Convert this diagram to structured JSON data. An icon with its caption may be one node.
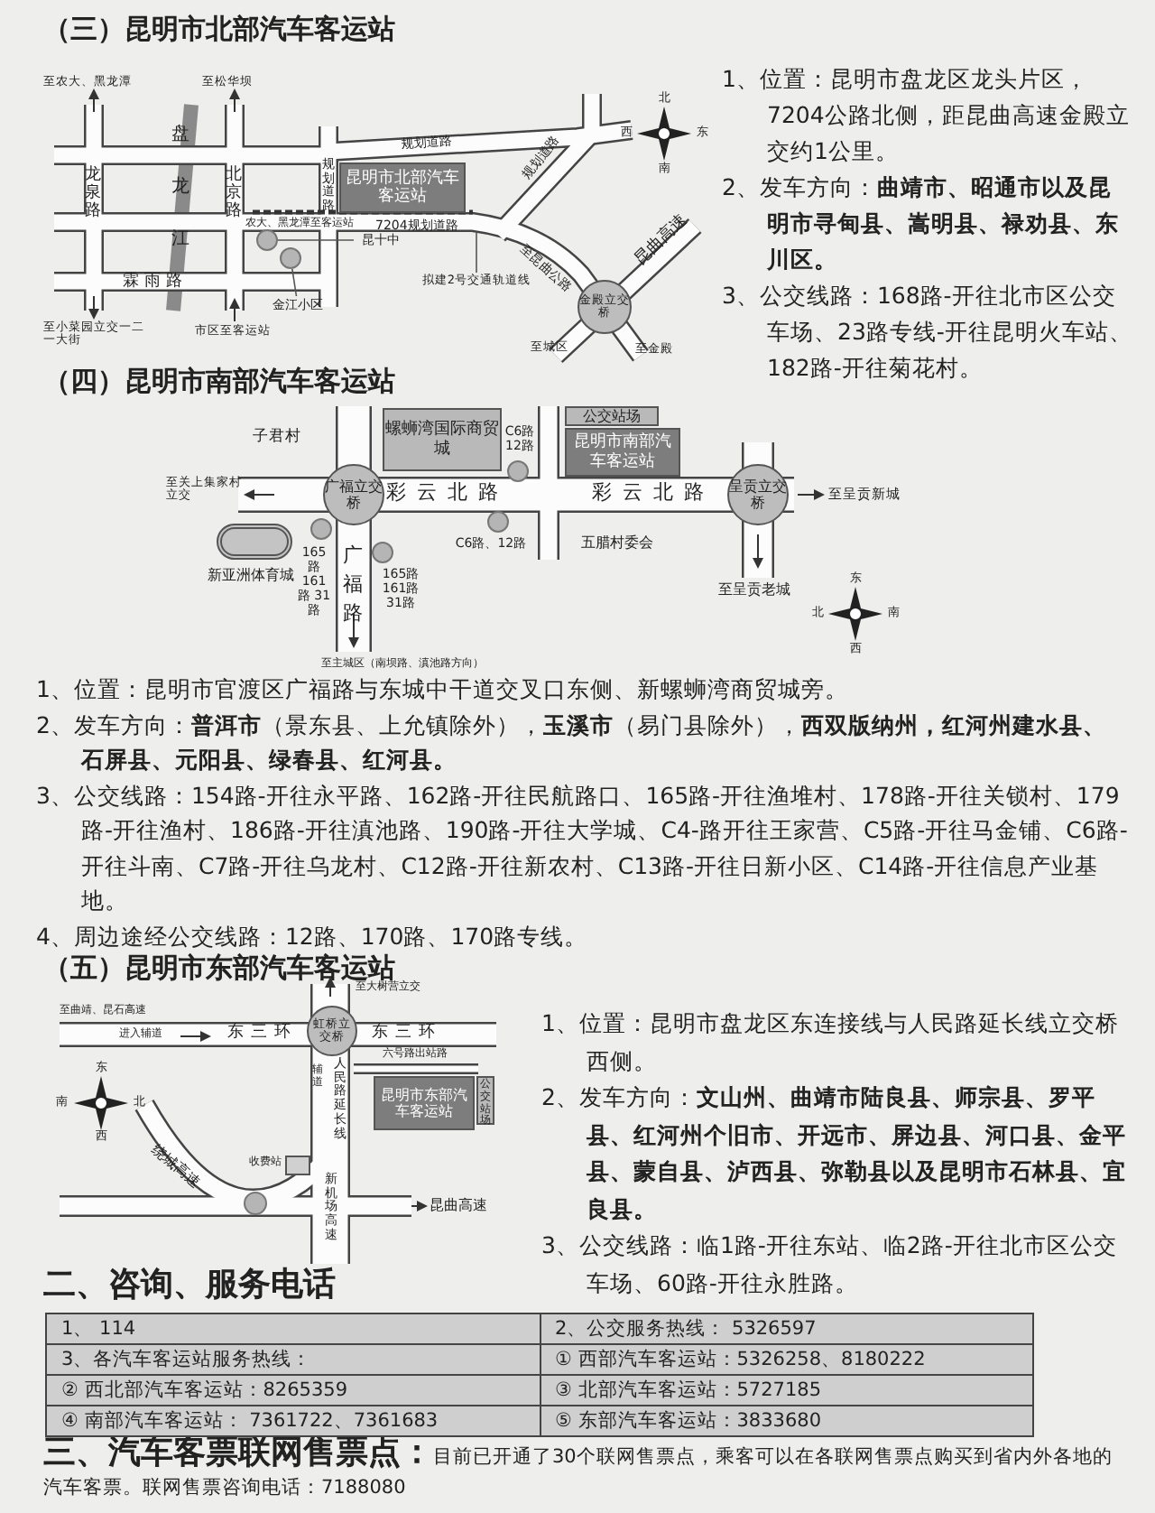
{
  "diagram": {
    "nodes": [
      {
        "text": [
          "昆明市北部汽车客运站"
        ]
      },
      {
        "text": [
          "昆十中"
        ]
      },
      {
        "text": [],
        "shape": "circle"
      },
      {
        "text": [
          "金江小区"
        ]
      },
      {
        "text": [],
        "shape": "circle"
      },
      {
        "text": [
          "拟建2号交通轨道线"
        ]
      },
      {
        "text": [
          "金殿立交桥"
        ]
      },
      {
        "text": [
          "螺蛳湾国际商贸城"
        ]
      },
      {
        "text": [
          "公交站场"
        ]
      },
      {
        "text": [
          "昆明市南部汽车客运站"
        ]
      },
      {
        "text": [],
        "shape": "circle",
        "beside": [
          "C6路 12路"
        ]
      },
      {
        "text": [
          "广福立交桥"
        ]
      },
      {
        "text": [],
        "shape": "circle",
        "beside": [
          "C6路、12路"
        ]
      },
      {
        "text": [
          "呈贡立交桥"
        ]
      },
      {
        "text": [],
        "shape": "oval",
        "beside": [
          "新亚洲体育城"
        ]
      },
      {
        "text": [],
        "shape": "circle",
        "beside": [
          "165路 161路 31路"
        ]
      },
      {
        "text": [],
        "shape": "circle",
        "beside": [
          "165路 161路 31路"
        ]
      },
      {
        "text": [
          "虹桥立交桥"
        ]
      },
      {
        "text": [
          "昆明市东部汽车客运站"
        ]
      },
      {
        "text": [
          "公交站场"
        ]
      },
      {
        "text": [],
        "shape": "box",
        "beside": [
          "收费站"
        ]
      },
      {
        "text": [],
        "shape": "circle"
      }
    ],
    "edges": [
      {
        "from": 1,
        "to": 2,
        "arrow": "none"
      },
      {
        "from": 3,
        "to": 4,
        "arrow": "none"
      },
      {
        "from": 5,
        "to": null,
        "arrow": "none"
      }
    ],
    "labels": [
      "（三）昆明市北部汽车客运站",
      "至农大、黑龙潭",
      "至松华坝",
      "盘龙江",
      "龙泉路",
      "北京路",
      "霖雨路",
      "规划道路",
      "规划道路",
      "规划道路",
      "农大、黑龙潭至客运站",
      "7204规划道路",
      "至昆曲公路",
      "昆曲高速",
      "至城区",
      "至金殿",
      "至小菜园立交一二一大街",
      "市区至客运站",
      "北",
      "西",
      "东",
      "南",
      "1、位置：昆明市盘龙区龙头片区，7204公路北侧，距昆曲高速金殿立交约1公里。",
      "2、发车方向：**曲靖市、昭通市以及昆明市寻甸县、嵩明县、禄劝县、东川区。**",
      "3、公交线路：168路-开往北市区公交车场、23路专线-开往昆明火车站、182路-开往菊花村。",
      "（四）昆明市南部汽车客运站",
      "子君村",
      "至关上集家村立交",
      "彩云北路",
      "彩云北路",
      "至呈贡新城",
      "五腊村委会",
      "广福路",
      "至呈贡老城",
      "至主城区（南坝路、滇池路方向）",
      "东",
      "北",
      "南",
      "西",
      "1、位置：昆明市官渡区广福路与东城中干道交叉口东侧、新螺蛳湾商贸城旁。",
      "2、发车方向：**普洱市**（景东县、上允镇除外），**玉溪市**（易门县除外），**西双版纳州，红河州建水县、石屏县、元阳县、绿春县、红河县。**",
      "3、公交线路：154路-开往永平路、162路-开往民航路口、165路-开往渔堆村、178路-开往关锁村、179路-开往渔村、186路-开往滇池路、190路-开往大学城、C4-路开往王家营、C5路-开往马金铺、C6路-开往斗南、C7路-开往乌龙村、C12路-开往新农村、C13路-开往日新小区、C14路-开往信息产业基地。",
      "4、周边途经公交线路：12路、170路、170路专线。",
      "（五）昆明市东部汽车客运站",
      "至大树营立交",
      "东三环",
      "东三环",
      "至曲靖、昆石高速",
      "进入辅道",
      "辅道",
      "人民路延长线",
      "六号路出站路",
      "绕城高速",
      "新机场高速",
      "昆曲高速",
      "东",
      "南",
      "北",
      "西",
      "1、位置：昆明市盘龙区东连接线与人民路延长线立交桥西侧。",
      "2、发车方向：**文山州、曲靖市陆良县、师宗县、罗平县、红河州个旧市、开远市、屏边县、河口县、金平县、蒙自县、泸西县、弥勒县以及昆明市石林县、宜良县。**",
      "3、公交线路：临1路-开往东站、临2路-开往北市区公交车场、60路-开往永胜路。",
      "二、咨询、服务电话",
      "1、 114",
      "2、公交服务热线：  5326597",
      "3、各汽车客运站服务热线：",
      "① 西部汽车客运站：5326258、8180222",
      "② 西北部汽车客运站：8265359",
      "③ 北部汽车客运站：5727185",
      "④ 南部汽车客运站：  7361722、7361683",
      "⑤ 东部汽车客运站：3833680",
      "三、汽车客票联网售票点：",
      "目前已开通了30个联网售票点，乘客可以在各联网售票点购买到省内外各地的汽车客票。联网售票咨询电话：7188080"
    ]
  }
}
